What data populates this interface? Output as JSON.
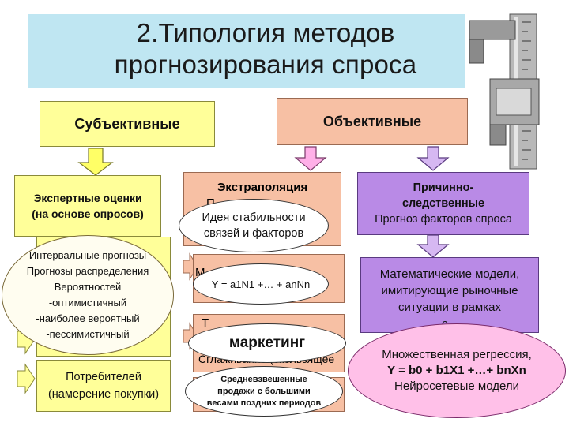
{
  "title": {
    "line1": "2.Типология методов",
    "line2": "прогнозирования спроса"
  },
  "categories": {
    "subjective": "Субъективные",
    "objective": "Объективные"
  },
  "expert": {
    "line1": "Экспертные оценки",
    "line2": "(на основе опросов)"
  },
  "interval": {
    "lines": [
      "Интервальные прогнозы",
      "Прогнозы распределения",
      "Вероятностей",
      "-оптимистичный",
      "-наиболее вероятный",
      "-пессимистичный"
    ]
  },
  "consumers": {
    "line1": "Потребителей",
    "line2": "(намерение покупки)"
  },
  "extrapolation": {
    "title": "Экстраполяция",
    "hidden_fragment": "П"
  },
  "stability": {
    "line1": "Идея стабильности",
    "line2": "связей и факторов"
  },
  "mid_box_fragment": "М                           о",
  "formula_linear": "Y = a1N1 +… + anNn",
  "lower_box_fragment": "Т",
  "marketing": "маркетинг",
  "smoothing_fragment": "Сглаживание (скользящее",
  "weighted": {
    "lines": [
      "Средневзвешенные",
      "продажи с большими",
      "весами поздних периодов"
    ]
  },
  "causal": {
    "line1": "Причинно-",
    "line2": "следственные",
    "line3": "Прогноз факторов спроса"
  },
  "math_models": {
    "lines": [
      "Математические модели,",
      "имитирующие рыночные",
      "ситуации в рамках",
      "с..."
    ]
  },
  "regression": {
    "line1": "Множественная регрессия,",
    "line2": "Y = b0 + b1X1 +…+ bnXn",
    "line3": "Нейросетевые модели"
  },
  "colors": {
    "yellow": "#ffff99",
    "salmon": "#f7c0a4",
    "purple": "#b98ae6",
    "pink": "#ffc0e8",
    "title_band": "#bfe6f2"
  },
  "icons": {
    "image": "caliper-icon",
    "arrow": "down-arrow-icon"
  }
}
